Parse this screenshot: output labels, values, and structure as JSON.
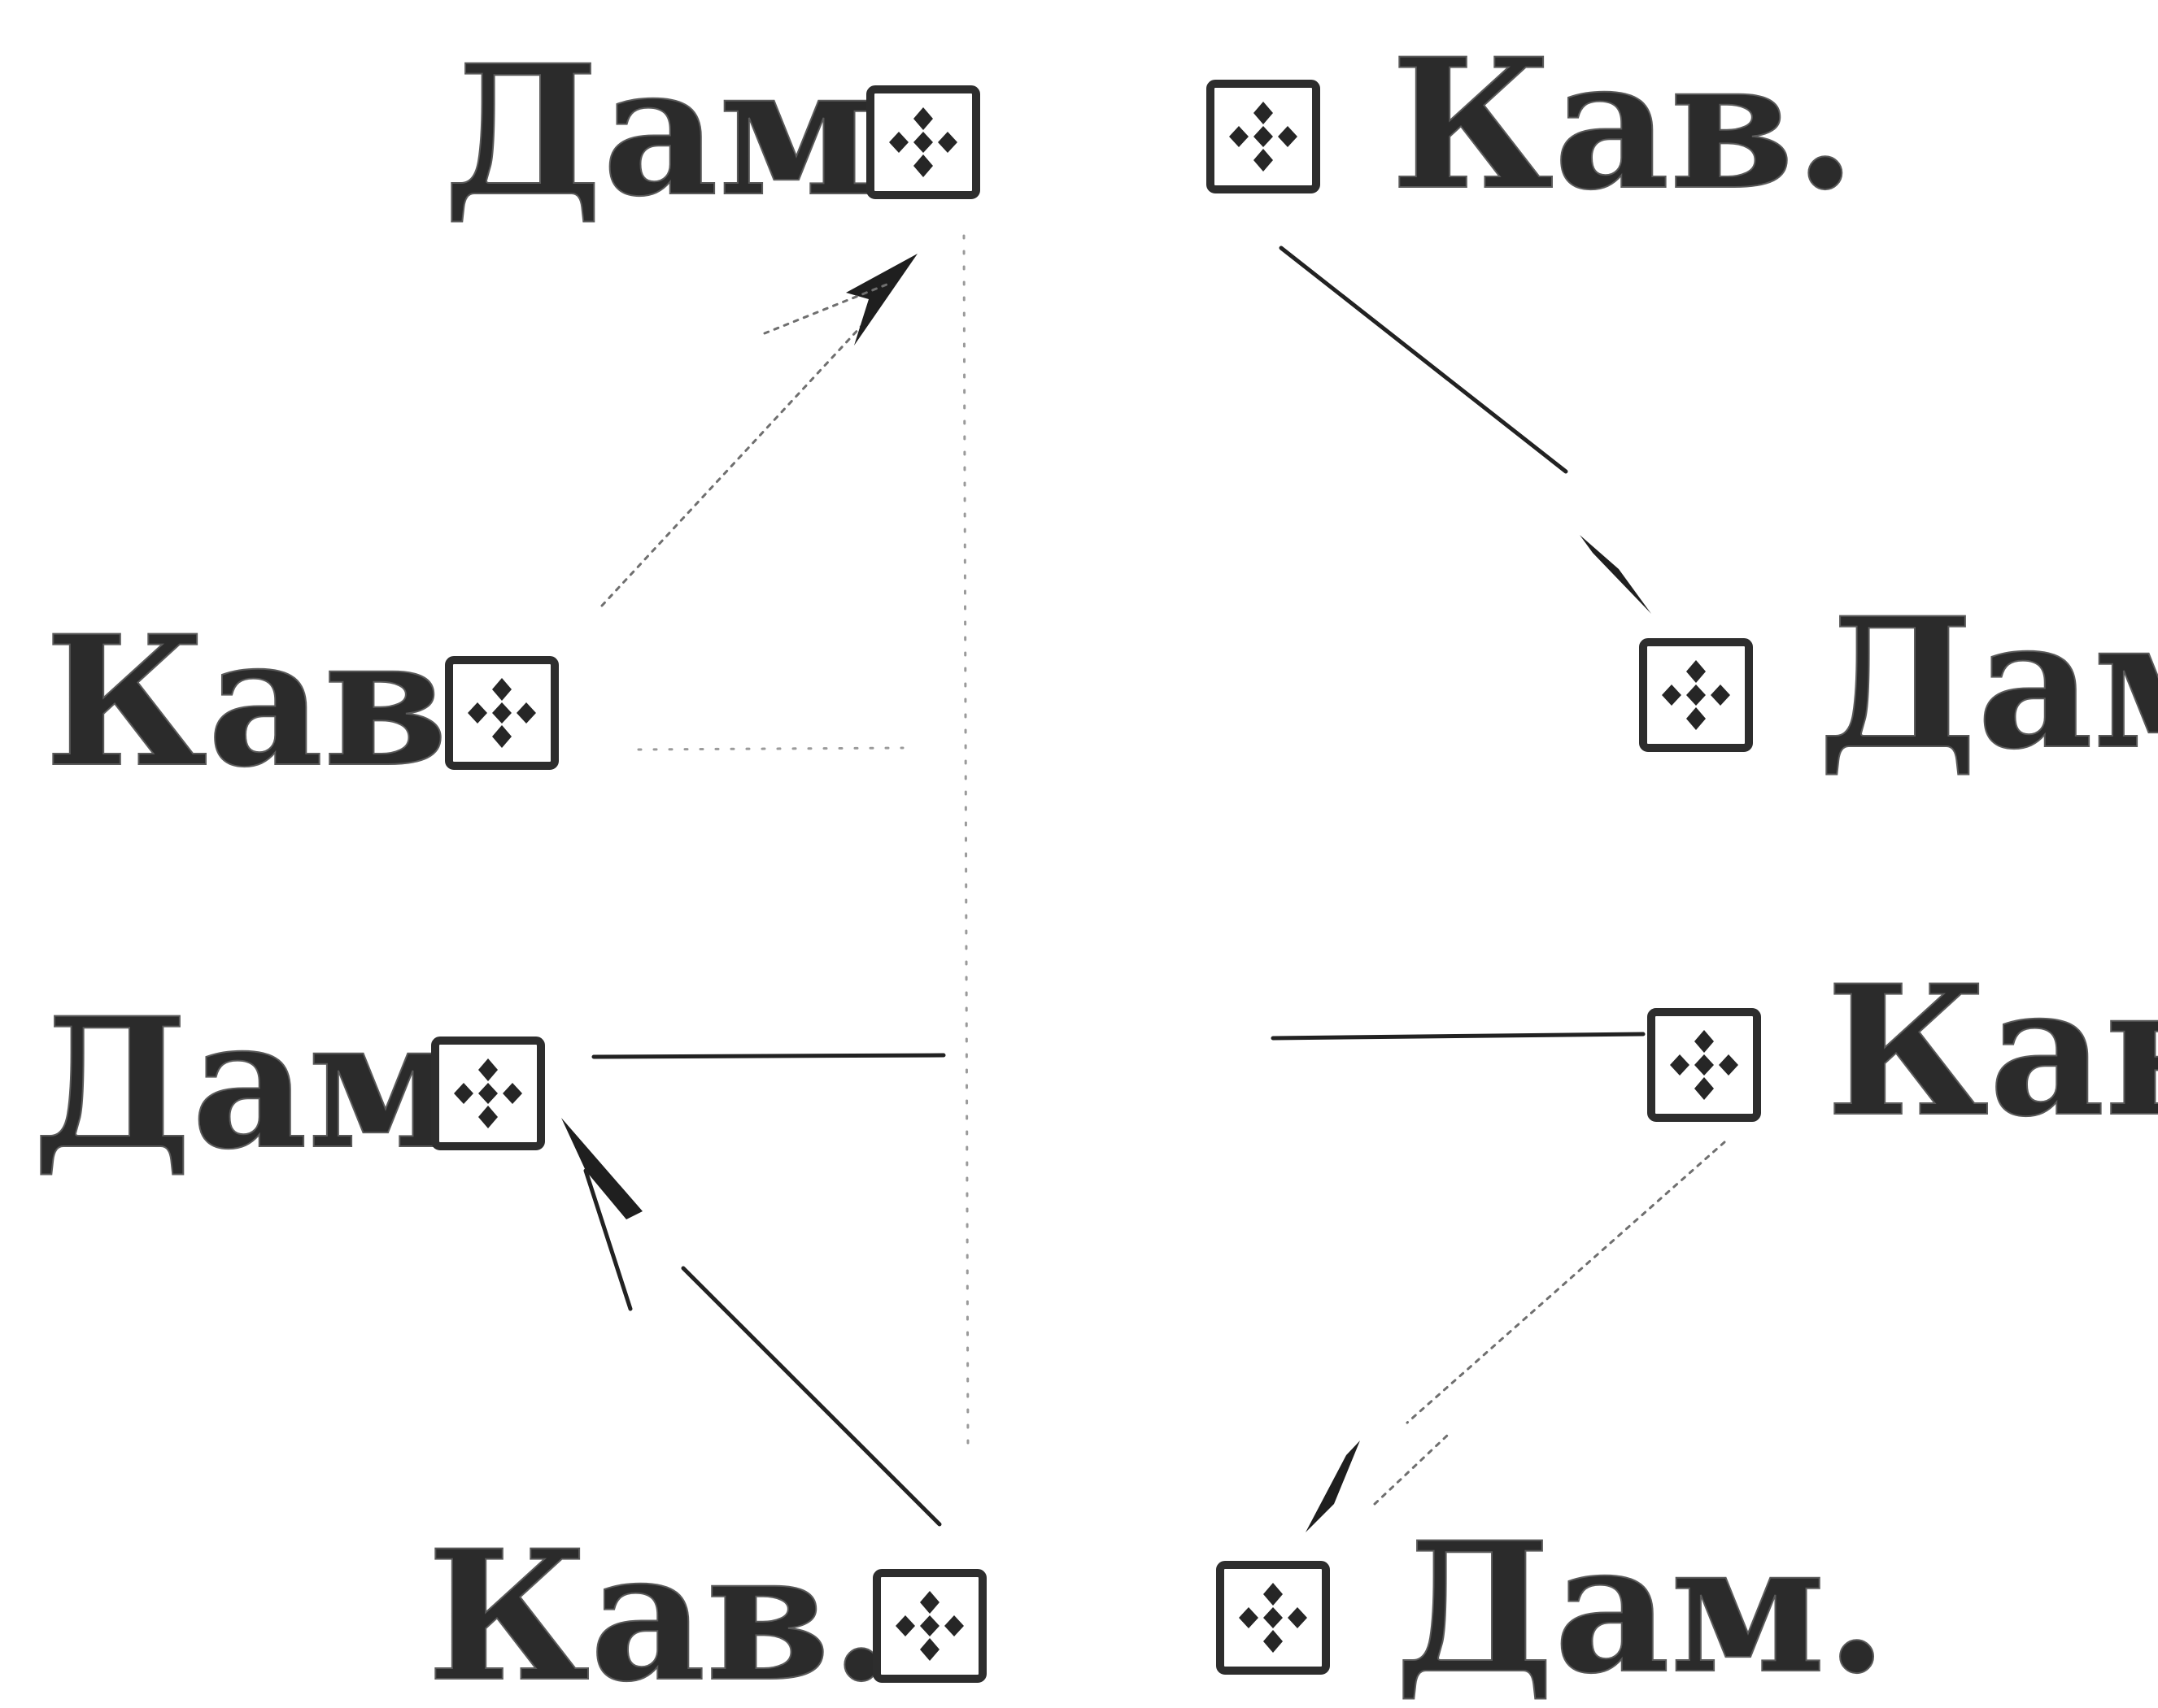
{
  "nodes": [
    {
      "id": "top-left",
      "label": "Дам."
    },
    {
      "id": "top-right",
      "label": "Кав."
    },
    {
      "id": "mid-left-upper",
      "label": "Кав."
    },
    {
      "id": "mid-right-upper",
      "label": "Дам."
    },
    {
      "id": "mid-left-lower",
      "label": "Дам."
    },
    {
      "id": "mid-right-lower",
      "label": "Кав."
    },
    {
      "id": "bottom-left",
      "label": "Кав."
    },
    {
      "id": "bottom-right",
      "label": "Дам."
    }
  ],
  "edges": [
    {
      "from": "mid-left-upper",
      "to": "top-left",
      "style": "faint",
      "arrow": true
    },
    {
      "from": "top-right",
      "to": "mid-right-upper",
      "style": "solid",
      "arrow": true
    },
    {
      "from": "mid-right-lower",
      "to": "bottom-right",
      "style": "faint",
      "arrow": true
    },
    {
      "from": "bottom-left",
      "to": "mid-left-lower",
      "style": "solid",
      "arrow": true
    },
    {
      "from": "mid-right-lower",
      "to": "mid-left-lower",
      "style": "solid",
      "arrow": false
    },
    {
      "from": "mid-left-upper",
      "to": "top-left",
      "style": "dotted-horizontal",
      "arrow": false
    },
    {
      "from": "top-left",
      "to": "bottom-left",
      "style": "dotted-vertical",
      "arrow": false
    }
  ],
  "icon": "diamond-pips-box-icon"
}
